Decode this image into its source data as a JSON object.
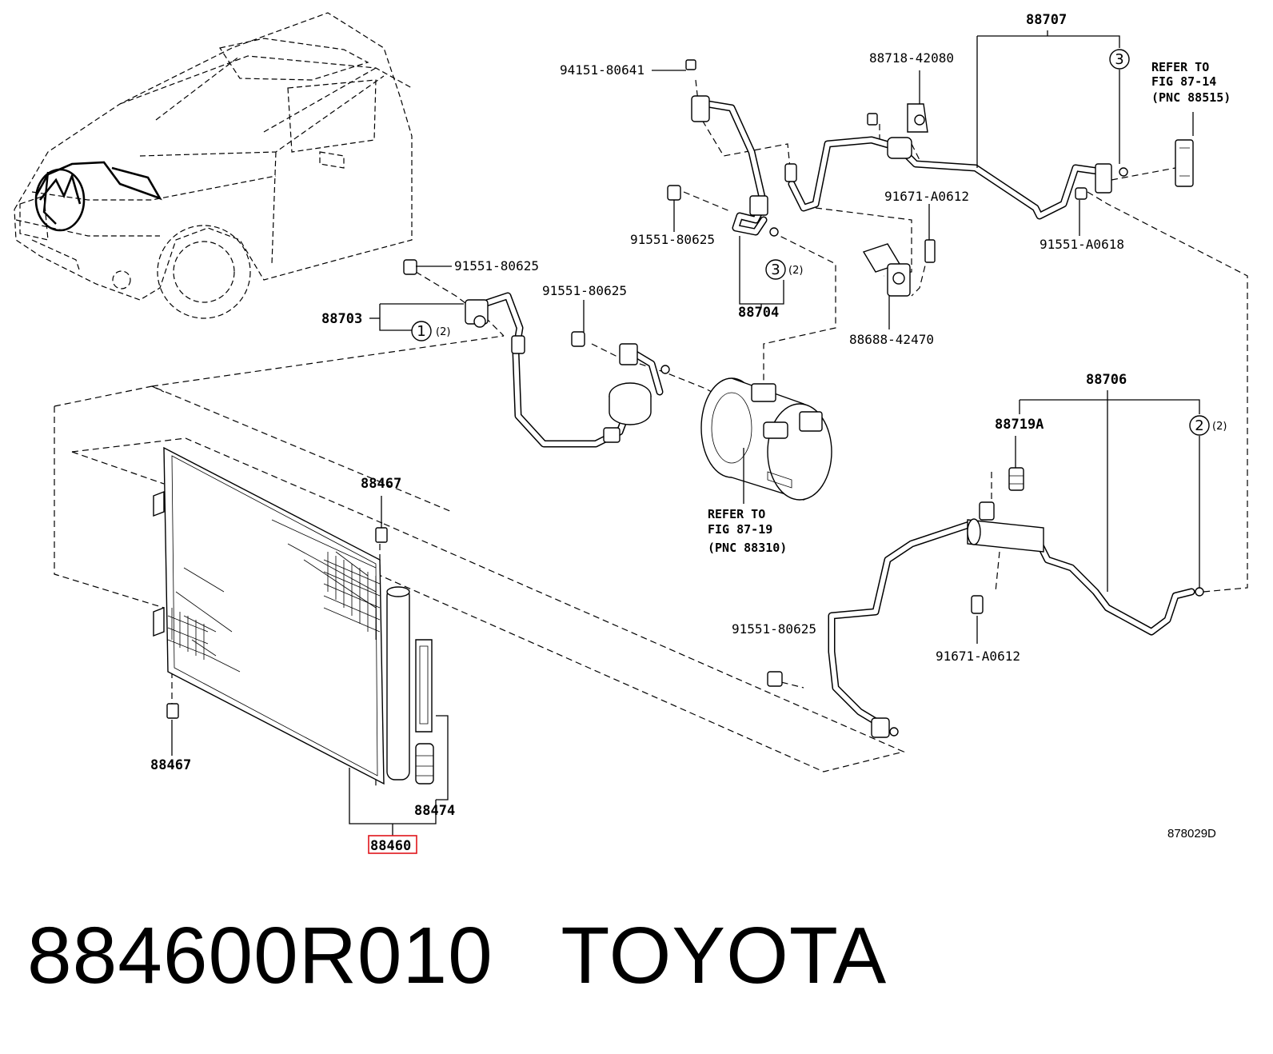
{
  "labels": {
    "p88707": "88707",
    "p88718": "88718-42080",
    "p94151": "94151-80641",
    "refer1_l1": "REFER TO",
    "refer1_l2": "FIG 87-14",
    "refer1_l3": "(PNC 88515)",
    "p91551_a": "91551-80625",
    "p91671_a": "91671-A0612",
    "p91551_a0618": "91551-A0618",
    "p91551_b": "91551-80625",
    "p88704": "88704",
    "p88703": "88703",
    "p91551_c": "91551-80625",
    "p88688": "88688-42470",
    "p88706": "88706",
    "p88719a": "88719A",
    "p88467_top": "88467",
    "refer2_l1": "REFER TO",
    "refer2_l2": "FIG 87-19",
    "refer2_l3": "(PNC 88310)",
    "p91551_d": "91551-80625",
    "p91671_b": "91671-A0612",
    "p88467_bot": "88467",
    "p88474": "88474",
    "p88460": "88460",
    "diagram_code": "878029D"
  },
  "callouts": {
    "c1": "1",
    "c2": "2",
    "c3a": "3",
    "c3b": "3",
    "qty1": "(2)",
    "qty2": "(2)",
    "qty3": "(2)"
  },
  "title": {
    "part_number": "884600R010",
    "brand": "TOYOTA"
  },
  "colors": {
    "highlight": "#e0151b",
    "line": "#000000",
    "background": "#ffffff"
  }
}
